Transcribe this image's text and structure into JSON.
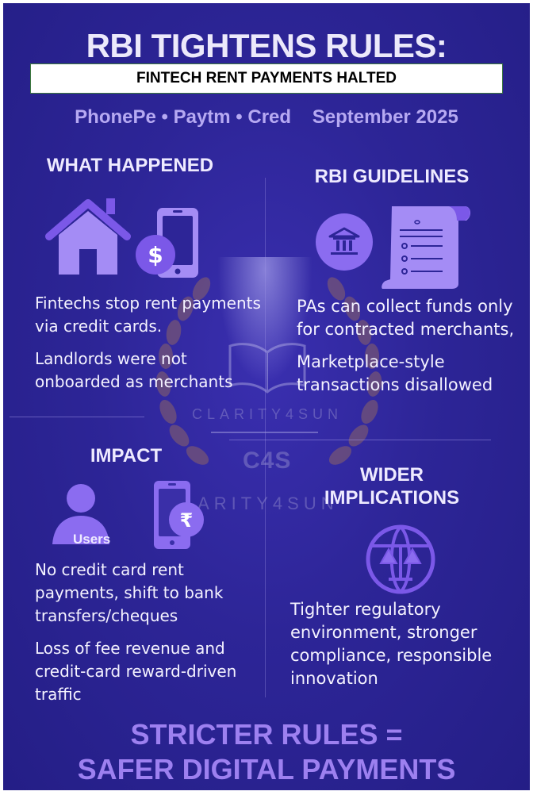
{
  "header": {
    "title": "RBI TIGHTENS RULES:",
    "banner": "FINTECH RENT PAYMENTS HALTED",
    "companies": "PhonePe • Paytm • Cred",
    "date": "September 2025"
  },
  "sections": {
    "what_happened": {
      "heading": "WHAT HAPPENED",
      "icons": [
        "house-icon",
        "dollar-icon",
        "smartphone-icon"
      ],
      "points": [
        "Fintechs stop rent payments via credit cards.",
        "Landlords were not onboarded as merchants"
      ]
    },
    "rbi_guidelines": {
      "heading": "RBI GUIDELINES",
      "icons": [
        "bank-icon",
        "document-scroll-icon"
      ],
      "points": [
        "PAs can collect funds only for contracted merchants,",
        "Marketplace-style transactions disallowed"
      ]
    },
    "impact": {
      "heading": "IMPACT",
      "icons": [
        "user-icon",
        "smartphone-icon",
        "rupee-icon"
      ],
      "user_label": "Users",
      "points": [
        "No credit card rent payments, shift to bank transfers/cheques",
        "Loss of fee revenue and credit-card reward-driven traffic"
      ]
    },
    "wider_implications": {
      "heading_line1": "WIDER",
      "heading_line2": "IMPLICATIONS",
      "icons": [
        "globe-scales-icon"
      ],
      "points": [
        "Tighter regulatory environment, stronger compliance, responsible innovation"
      ]
    }
  },
  "watermark": {
    "line1": "CLARITY4SUN",
    "logo": "C4S",
    "line2": "CLARITY4SUN"
  },
  "footer": {
    "line1": "STRICTER RULES =",
    "line2": "SAFER DIGITAL PAYMENTS"
  },
  "colors": {
    "background": "#2d2597",
    "accent_purple": "#8b6cf0",
    "icon_light": "#a48cf5",
    "heading_text": "#eeeaff",
    "subline_text": "#b6a9f2",
    "footer_text": "#9d80f0"
  }
}
